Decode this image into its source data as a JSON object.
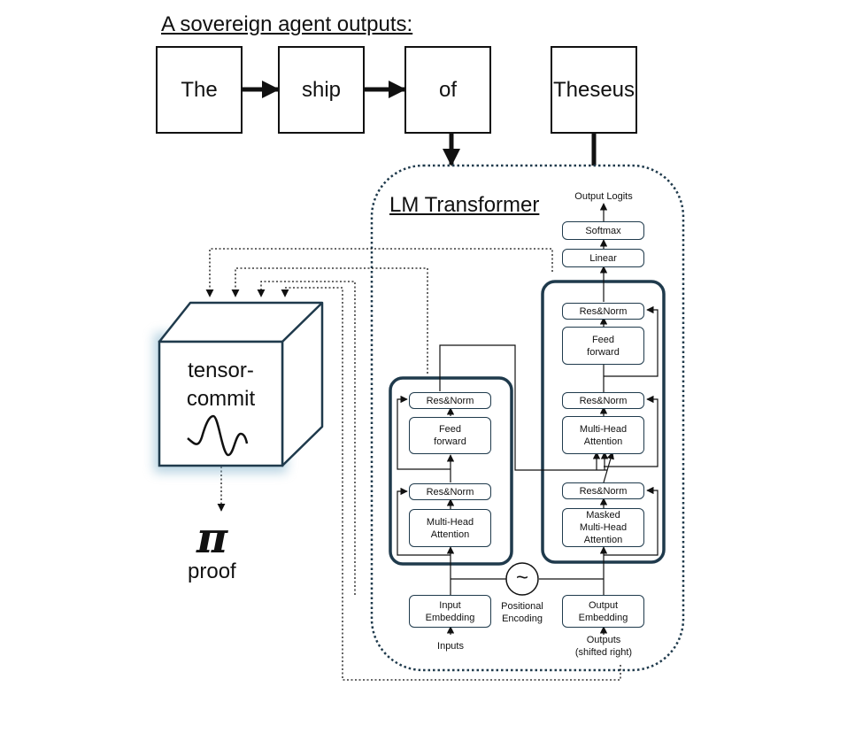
{
  "heading": "A sovereign agent outputs:",
  "tokens": [
    "The",
    "ship",
    "of",
    "Theseus"
  ],
  "transformer": {
    "title": "LM Transformer",
    "output_logits": "Output Logits",
    "softmax": "Softmax",
    "linear": "Linear",
    "encoder": {
      "res_norm_top": "Res&Norm",
      "feed_forward": [
        "Feed",
        "forward"
      ],
      "res_norm_bottom": "Res&Norm",
      "multi_head": [
        "Multi-Head",
        "Attention"
      ],
      "input_embedding": [
        "Input",
        "Embedding"
      ],
      "inputs": "Inputs"
    },
    "decoder": {
      "res_norm_1": "Res&Norm",
      "feed_forward": [
        "Feed",
        "forward"
      ],
      "res_norm_2": "Res&Norm",
      "multi_head": [
        "Multi-Head",
        "Attention"
      ],
      "res_norm_3": "Res&Norm",
      "masked_multi_head": [
        "Masked",
        "Multi-Head",
        "Attention"
      ],
      "output_embedding": [
        "Output",
        "Embedding"
      ],
      "outputs": [
        "Outputs",
        "(shifted right)"
      ]
    },
    "positional_encoding": [
      "Positional",
      "Encoding"
    ],
    "pe_symbol": "~"
  },
  "commit": {
    "label": [
      "tensor-",
      "commit"
    ],
    "pi": "π",
    "proof": "proof"
  },
  "colors": {
    "stroke": "#1f3a4c",
    "black": "#111111",
    "glow": "#9fc3d6"
  }
}
